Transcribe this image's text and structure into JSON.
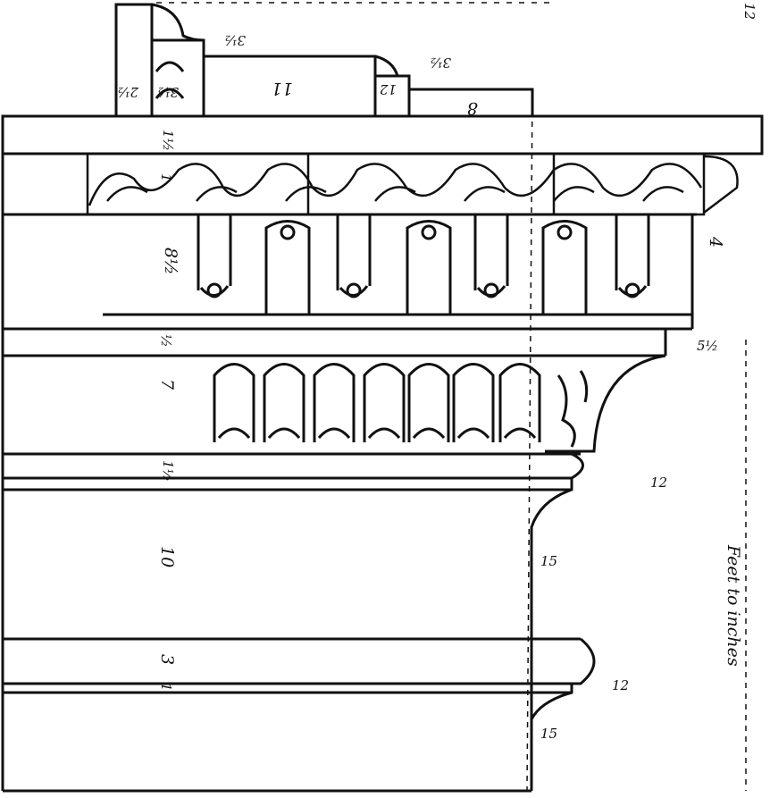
{
  "figure": {
    "ink_color": "#111111",
    "paper_color": "#ffffff",
    "orientation_note": "rotated 90 degrees",
    "labels": {
      "top_block_a": "3½",
      "top_block_b": "11",
      "top_block_c": "12",
      "top_block_d": "3½",
      "top_block_e": "8",
      "small_a": "2½",
      "small_b": "3½",
      "upper_fillet": "1½",
      "band_leaf": "1",
      "dentil_band": "8½",
      "dentil_side": "4",
      "fillet_mid": "½",
      "egg_band": "7",
      "corner_a": "5½",
      "fillet_low": "1½",
      "projection_a": "12",
      "frieze": "10",
      "projection_b": "15",
      "astragal": "3",
      "fillet_bottom": "1",
      "projection_c": "12",
      "projection_d": "15",
      "corner_b": "12",
      "scale_caption": "Feet to inches"
    }
  }
}
